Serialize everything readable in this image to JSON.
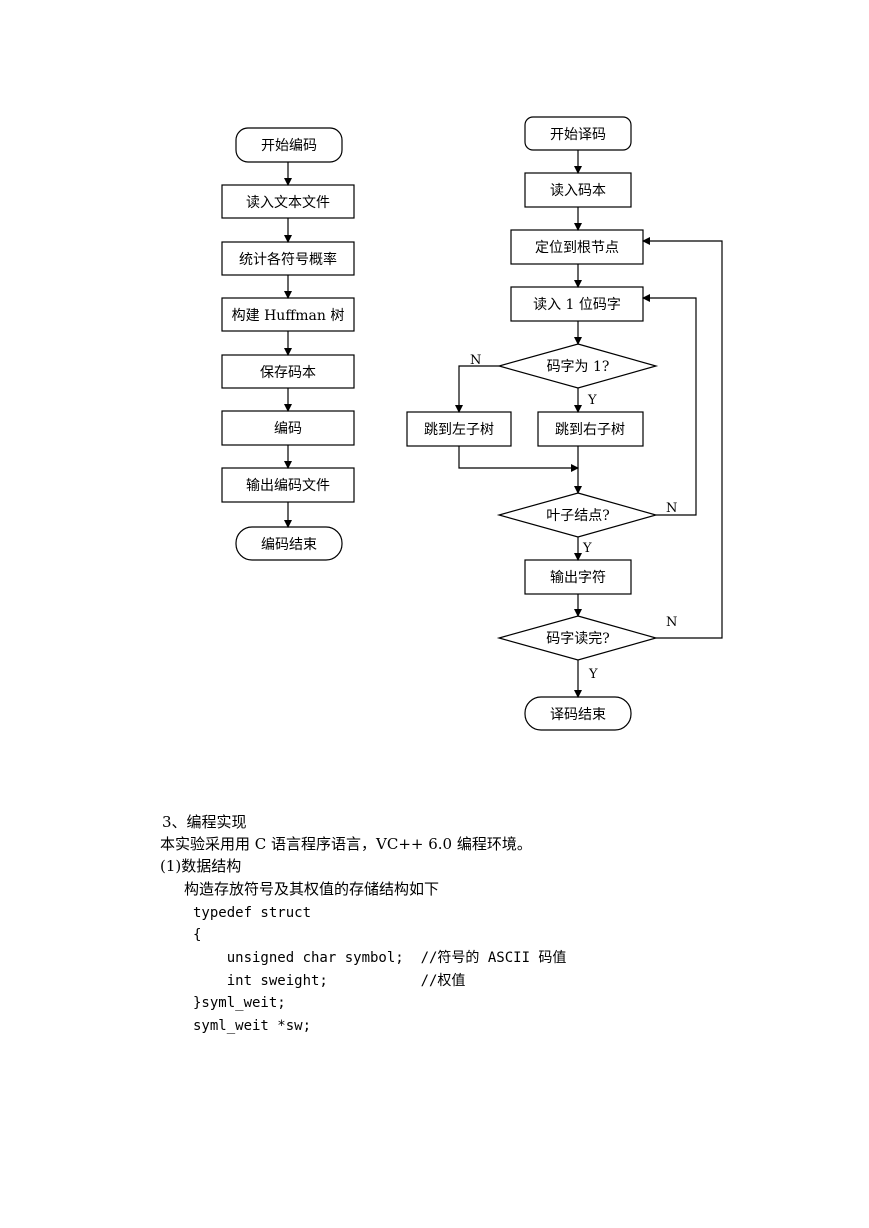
{
  "encode_flow": {
    "start": "开始编码",
    "steps": [
      "读入文本文件",
      "统计各符号概率",
      "构建 Huffman 树",
      "保存码本",
      "编码",
      "输出编码文件"
    ],
    "end": "编码结束"
  },
  "decode_flow": {
    "start": "开始译码",
    "read_codebook": "读入码本",
    "locate_root": "定位到根节点",
    "read_bit": "读入 1 位码字",
    "is_one": "码字为 1?",
    "jump_left": "跳到左子树",
    "jump_right": "跳到右子树",
    "is_leaf": "叶子结点?",
    "output_char": "输出字符",
    "is_done": "码字读完?",
    "end": "译码结束",
    "label_n": "N",
    "label_y": "Y"
  },
  "section": {
    "heading": "3、编程实现",
    "intro": "本实验采用用 C 语言程序语言，VC++ 6.0 编程环境。",
    "subheading": "(1)数据结构",
    "description": "构造存放符号及其权值的存储结构如下"
  },
  "code_lines": [
    "typedef struct",
    "{",
    "    unsigned char symbol;  //符号的 ASCII 码值",
    "    int sweight;           //权值",
    "}syml_weit;",
    "syml_weit *sw;"
  ]
}
